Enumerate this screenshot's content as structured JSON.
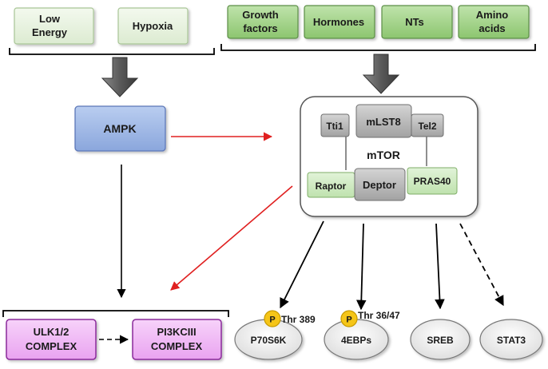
{
  "inputs_left": [
    {
      "lines": [
        "Low",
        "Energy"
      ]
    },
    {
      "lines": [
        "Hypoxia"
      ]
    }
  ],
  "inputs_right": [
    {
      "lines": [
        "Growth",
        "factors"
      ]
    },
    {
      "lines": [
        "Hormones"
      ]
    },
    {
      "lines": [
        "NTs"
      ]
    },
    {
      "lines": [
        "Amino",
        "acids"
      ]
    }
  ],
  "ampk": "AMPK",
  "mtor": {
    "label": "mTOR",
    "tti1": "Tti1",
    "mlst8": "mLST8",
    "tel2": "Tel2",
    "raptor": "Raptor",
    "deptor": "Deptor",
    "pras40": "PRAS40"
  },
  "complexes": [
    {
      "lines": [
        "ULK1/2",
        "COMPLEX"
      ]
    },
    {
      "lines": [
        "PI3KCIII",
        "COMPLEX"
      ]
    }
  ],
  "targets": {
    "p70s6k": "P70S6K",
    "ebp": "4EBPs",
    "sreb": "SREB",
    "stat3": "STAT3"
  },
  "phospho": {
    "badge": "P",
    "p70s6k_site": "Thr 389",
    "ebp_site": "Thr 36/47"
  },
  "colors": {
    "input_fill": "#e8f3df",
    "input_border": "#a8c596",
    "growth_fill": "#a6d68d",
    "growth_border": "#5c8e47",
    "ampk_fill": "#9db6e3",
    "ampk_border": "#5c77b8",
    "complex_fill": "#f0b8f5",
    "complex_border": "#8a2a9a",
    "grey_fill": "#b8b8b8",
    "grey_border": "#6f6f6f",
    "green_sub_fill": "#cdebc0",
    "red_arrow": "#e02020",
    "badge_fill": "#f5c518"
  }
}
